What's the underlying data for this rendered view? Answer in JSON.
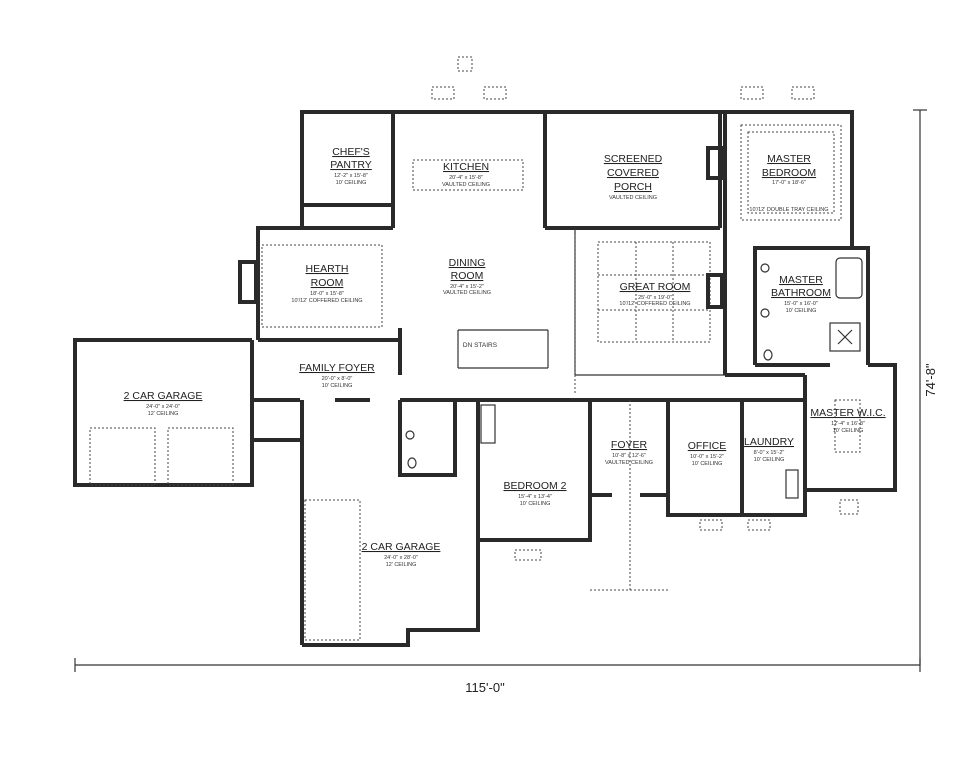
{
  "plan": {
    "overall_width": "115'-0\"",
    "overall_depth": "74'-8\"",
    "stairs_label": "DN STAIRS",
    "rooms": {
      "chefs_pantry": {
        "name1": "CHEF'S",
        "name2": "PANTRY",
        "size": "12'-2\" x 15'-8\"",
        "ceiling": "10' CEILING"
      },
      "kitchen": {
        "name1": "KITCHEN",
        "size": "20'-4\" x 15'-8\"",
        "ceiling": "VAULTED CEILING"
      },
      "porch": {
        "name1": "SCREENED",
        "name2": "COVERED",
        "name3": "PORCH",
        "ceiling": "VAULTED CEILING"
      },
      "master_bedroom": {
        "name1": "MASTER",
        "name2": "BEDROOM",
        "size": "17'-0\" x 18'-6\"",
        "ceiling": "10'/12' DOUBLE TRAY CEILING"
      },
      "hearth_room": {
        "name1": "HEARTH",
        "name2": "ROOM",
        "size": "18'-0\" x 15'-8\"",
        "ceiling": "10'/12' COFFERED CEILING"
      },
      "dining_room": {
        "name1": "DINING",
        "name2": "ROOM",
        "size": "20'-4\" x 15'-2\"",
        "ceiling": "VAULTED CEILING"
      },
      "great_room": {
        "name1": "GREAT ROOM",
        "size": "25'-0\" x 19'-0\"",
        "ceiling": "10'/12' COFFERED CEILING"
      },
      "master_bathroom": {
        "name1": "MASTER",
        "name2": "BATHROOM",
        "size": "15'-0\" x 16'-0\"",
        "ceiling": "10' CEILING"
      },
      "garage_1": {
        "name1": "2 CAR GARAGE",
        "size": "24'-0\" x 24'-0\"",
        "ceiling": "12' CEILING"
      },
      "family_foyer": {
        "name1": "FAMILY FOYER",
        "size": "20'-0\" x 8'-0\"",
        "ceiling": "10' CEILING"
      },
      "master_wic": {
        "name1": "MASTER W.I.C.",
        "size": "12'-4\" x 16'-8\"",
        "ceiling": "10' CEILING"
      },
      "foyer": {
        "name1": "FOYER",
        "size": "10'-8\" x 12'-6\"",
        "ceiling": "VAULTED CEILING"
      },
      "office": {
        "name1": "OFFICE",
        "size": "10'-0\" x 15'-2\"",
        "ceiling": "10' CEILING"
      },
      "laundry": {
        "name1": "LAUNDRY",
        "size": "8'-0\" x 15'-2\"",
        "ceiling": "10' CEILING"
      },
      "bedroom_2": {
        "name1": "BEDROOM 2",
        "size": "15'-4\" x 13'-4\"",
        "ceiling": "10' CEILING"
      },
      "garage_2": {
        "name1": "2 CAR GARAGE",
        "size": "24'-0\" x 28'-0\"",
        "ceiling": "12' CEILING"
      }
    }
  }
}
